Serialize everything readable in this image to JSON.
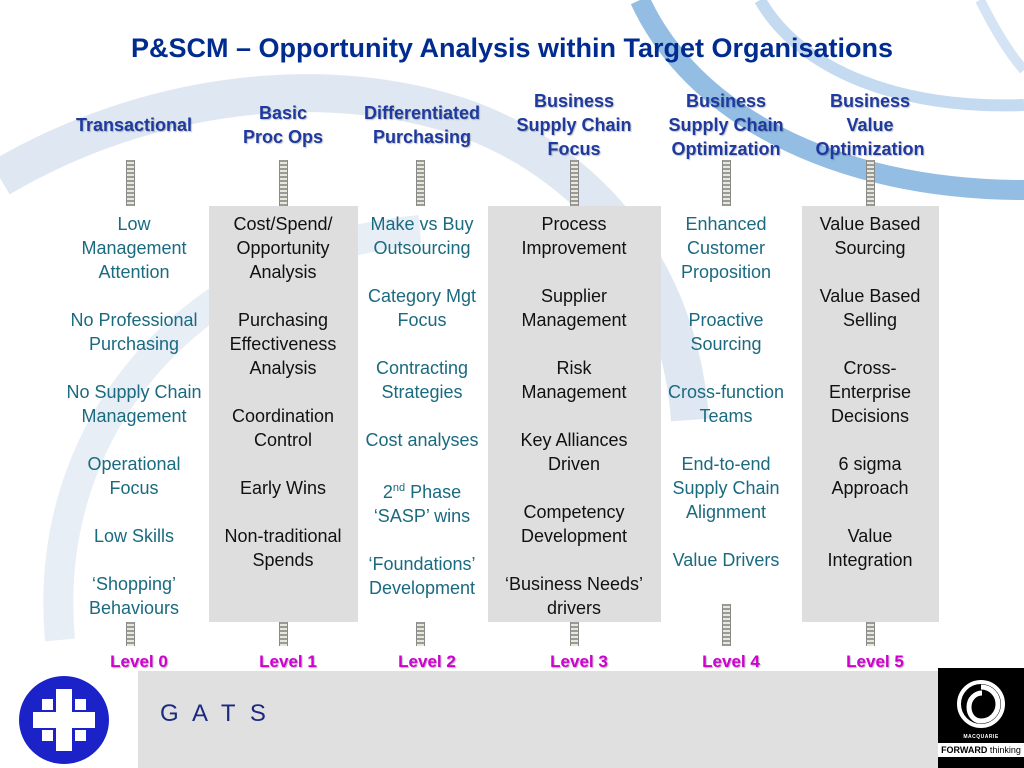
{
  "title": "P&SCM – Opportunity Analysis within Target Organisations",
  "columns": [
    {
      "heading": [
        "Transactional"
      ],
      "style": "teal",
      "items": [
        [
          "Low",
          "Management",
          "Attention"
        ],
        [
          "No Professional",
          "Purchasing"
        ],
        [
          "No Supply Chain",
          "Management"
        ],
        [
          "Operational",
          "Focus"
        ],
        [
          "Low Skills"
        ],
        [
          "‘Shopping’",
          "Behaviours"
        ]
      ],
      "level": "Level 0"
    },
    {
      "heading": [
        "Basic",
        "Proc Ops"
      ],
      "style": "dark",
      "items": [
        [
          "Cost/Spend/",
          "Opportunity",
          "Analysis"
        ],
        [
          "Purchasing",
          "Effectiveness",
          "Analysis"
        ],
        [
          "Coordination",
          "Control"
        ],
        [
          "Early Wins"
        ],
        [
          "Non-traditional",
          "Spends"
        ]
      ],
      "level": "Level 1"
    },
    {
      "heading": [
        "Differentiated",
        "Purchasing"
      ],
      "style": "teal",
      "items": [
        [
          "Make vs Buy",
          "Outsourcing"
        ],
        [
          "Category Mgt",
          "Focus"
        ],
        [
          "Contracting",
          "Strategies"
        ],
        [
          "Cost analyses"
        ],
        [
          "2nd Phase",
          "‘SASP’ wins"
        ],
        [
          "‘Foundations’",
          "Development"
        ]
      ],
      "level": "Level 2"
    },
    {
      "heading": [
        "Business",
        "Supply Chain",
        "Focus"
      ],
      "style": "dark",
      "items": [
        [
          "Process",
          "Improvement"
        ],
        [
          "Supplier",
          "Management"
        ],
        [
          "Risk",
          "Management"
        ],
        [
          "Key Alliances",
          "Driven"
        ],
        [
          "Competency",
          "Development"
        ],
        [
          "‘Business Needs’",
          "drivers"
        ]
      ],
      "level": "Level 3"
    },
    {
      "heading": [
        "Business",
        "Supply Chain",
        "Optimization"
      ],
      "style": "teal",
      "items": [
        [
          "Enhanced",
          "Customer",
          "Proposition"
        ],
        [
          "Proactive",
          "Sourcing"
        ],
        [
          "Cross-function",
          "Teams"
        ],
        [
          "End-to-end",
          "Supply Chain",
          "Alignment"
        ],
        [
          "Value Drivers"
        ]
      ],
      "level": "Level 4"
    },
    {
      "heading": [
        "Business",
        "Value",
        "Optimization"
      ],
      "style": "dark",
      "items": [
        [
          "Value Based",
          "Sourcing"
        ],
        [
          "Value Based",
          "Selling"
        ],
        [
          "Cross-",
          "Enterprise",
          "Decisions"
        ],
        [
          "6 sigma",
          "Approach"
        ],
        [
          "Value",
          "Integration"
        ]
      ],
      "level": "Level 5"
    }
  ],
  "footer": {
    "org_name": "G A T S",
    "macquarie_name": "MACQUARIE",
    "macquarie_tag_bold": "FORWARD",
    "macquarie_tag_rest": " thinking"
  },
  "colors": {
    "title": "#002b8f",
    "heading": "#1e3aa0",
    "teal_text": "#1a6a80",
    "level": "#d100d1",
    "panel": "#dedede",
    "logo_blue": "#1a22c8"
  }
}
